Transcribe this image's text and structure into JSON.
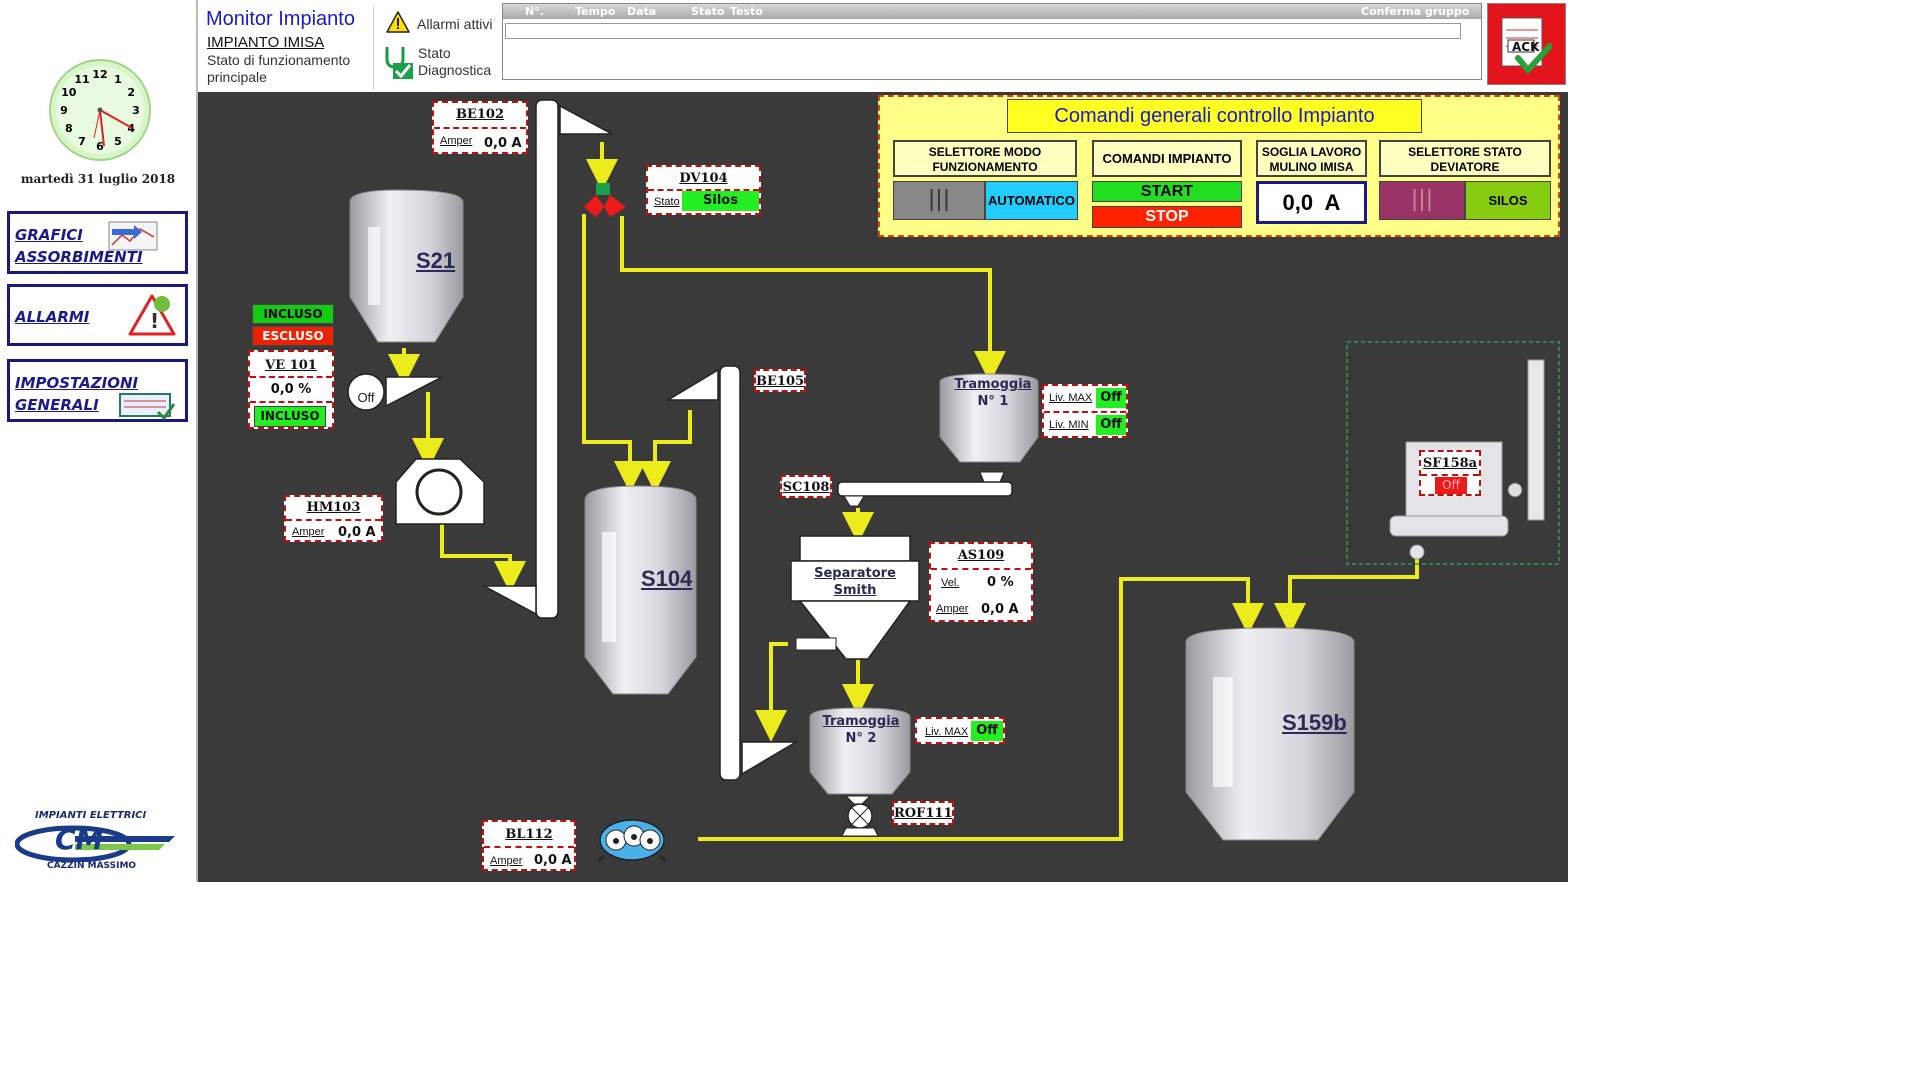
{
  "sidebar": {
    "date": "martedì 31 luglio 2018",
    "clock_numbers": [
      "12",
      "1",
      "2",
      "3",
      "4",
      "5",
      "6",
      "7",
      "8",
      "9",
      "10",
      "11"
    ],
    "nav": [
      {
        "line1": "GRAFICI",
        "line2": "ASSORBIMENTI",
        "icon": "chart-icon"
      },
      {
        "line1": "ALLARMI",
        "line2": "",
        "icon": "alarm-triangle-icon"
      },
      {
        "line1": "IMPOSTAZIONI",
        "line2": "GENERALI",
        "icon": "settings-panel-icon"
      }
    ],
    "logo": {
      "top": "IMPIANTI ELETTRICI",
      "mark": "CM",
      "bottom": "CAZZIN MASSIMO"
    }
  },
  "header": {
    "title": "Monitor Impianto",
    "subtitle": "IMPIANTO IMISA",
    "description": "Stato di funzionamento principale",
    "alarms_label": "Allarmi attivi",
    "diag_label": "Stato Diagnostica",
    "alarm_table": {
      "columns": [
        "N°.",
        "Tempo",
        "Data",
        "Stato",
        "Testo"
      ],
      "group_confirm": "Conferma gruppo"
    },
    "ack_label": "ACK"
  },
  "controls": {
    "title": "Comandi generali controllo Impianto",
    "mode_selector": {
      "label": "SELETTORE MODO FUNZIONAMENTO",
      "value": "AUTOMATICO"
    },
    "plant_commands": {
      "label": "COMANDI IMPIANTO",
      "start": "START",
      "stop": "STOP"
    },
    "threshold": {
      "label": "SOGLIA LAVORO MULINO IMISA",
      "value": "0,0  A"
    },
    "diverter_selector": {
      "label": "SELETTORE STATO DEVIATORE",
      "value": "SILOS"
    }
  },
  "plant": {
    "silos": [
      {
        "id": "S21"
      },
      {
        "id": "S104"
      },
      {
        "id": "S159b"
      }
    ],
    "be102": {
      "name": "BE102",
      "label": "Amper",
      "value": "0,0 A"
    },
    "dv104": {
      "name": "DV104",
      "label": "Stato",
      "value": "Silos"
    },
    "ve101": {
      "name": "VE 101",
      "value": "0,0 %",
      "status": "INCLUSO",
      "opt_included": "INCLUSO",
      "opt_excluded": "ESCLUSO",
      "motor": "Off"
    },
    "hm103": {
      "name": "HM103",
      "label": "Amper",
      "value": "0,0 A"
    },
    "be105": {
      "name": "BE105"
    },
    "hopper1": {
      "name": "Tramoggia",
      "num": "N° 1",
      "max_label": "Liv. MAX",
      "max_value": "Off",
      "min_label": "Liv. MIN",
      "min_value": "Off"
    },
    "sc108": {
      "name": "SC108"
    },
    "separator": {
      "line1": "Separatore",
      "line2": "Smith"
    },
    "as109": {
      "name": "AS109",
      "vel_label": "Vel.",
      "vel_value": "0 %",
      "amp_label": "Amper",
      "amp_value": "0,0 A"
    },
    "hopper2": {
      "name": "Tramoggia",
      "num": "N° 2",
      "max_label": "Liv. MAX",
      "max_value": "Off"
    },
    "rof111": {
      "name": "ROF111"
    },
    "bl112": {
      "name": "BL112",
      "label": "Amper",
      "value": "0,0 A"
    },
    "sf158a": {
      "name": "SF158a",
      "value": "Off"
    }
  },
  "colors": {
    "pipe": "#ecec1c",
    "background": "#3a3a3a",
    "green_status": "#22dd22",
    "red_status": "#ee2200",
    "panel_yellow": "#ffff88"
  }
}
